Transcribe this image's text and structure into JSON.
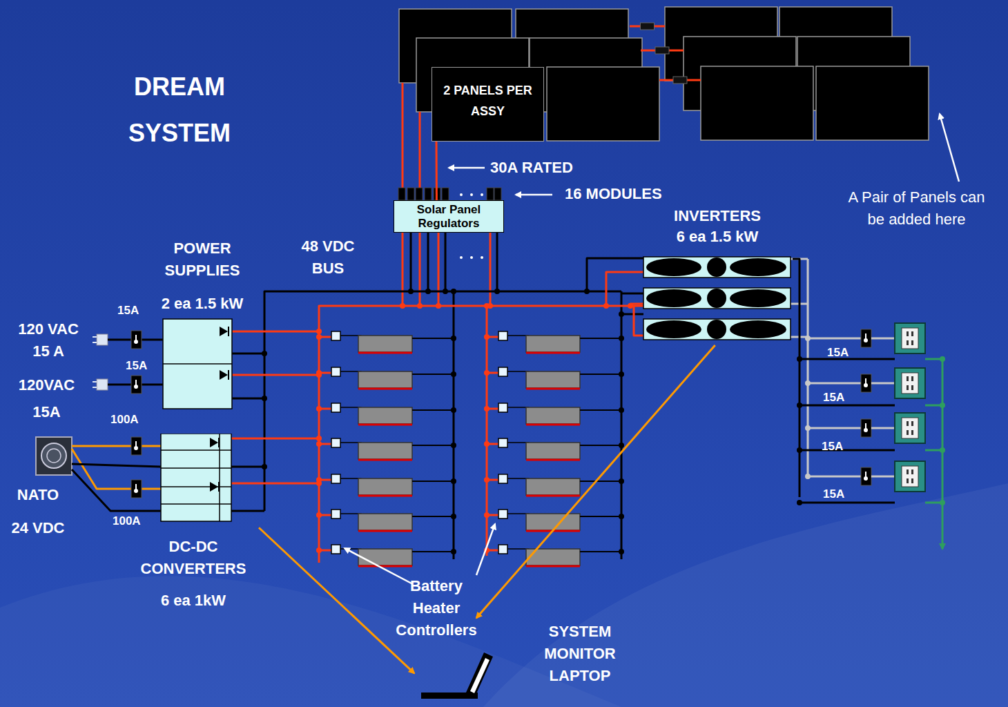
{
  "diagram": {
    "title": "DREAM SYSTEM",
    "nodes": [
      {
        "text": [
          "2 PANELS PER ASSY"
        ]
      },
      {
        "text": [
          "Solar Panel Regulators"
        ]
      },
      {
        "text": [
          "POWER SUPPLIES",
          "2 ea 1.5 kW"
        ]
      },
      {
        "text": [
          "DC-DC CONVERTERS",
          "6 ea 1kW"
        ]
      },
      {
        "text": [
          "INVERTERS",
          "6 ea 1.5 kW"
        ]
      },
      {
        "text": [
          "SYSTEM MONITOR LAPTOP"
        ]
      }
    ],
    "edges": [
      {
        "from": 0,
        "to": 1,
        "arrow": "none"
      },
      {
        "from": 3,
        "to": 5,
        "arrow": "to"
      },
      {
        "from": 4,
        "to": 5,
        "arrow": "to"
      }
    ],
    "labels": [
      "30A RATED",
      "16 MODULES",
      "A Pair of Panels can be added here",
      "48 VDC BUS",
      "15A",
      "120 VAC 15 A",
      "15A",
      "120VAC 15A",
      "100A",
      "NATO",
      "100A",
      "24 VDC",
      "Battery Heater Controllers",
      "15A",
      "15A",
      "15A",
      "15A"
    ]
  }
}
